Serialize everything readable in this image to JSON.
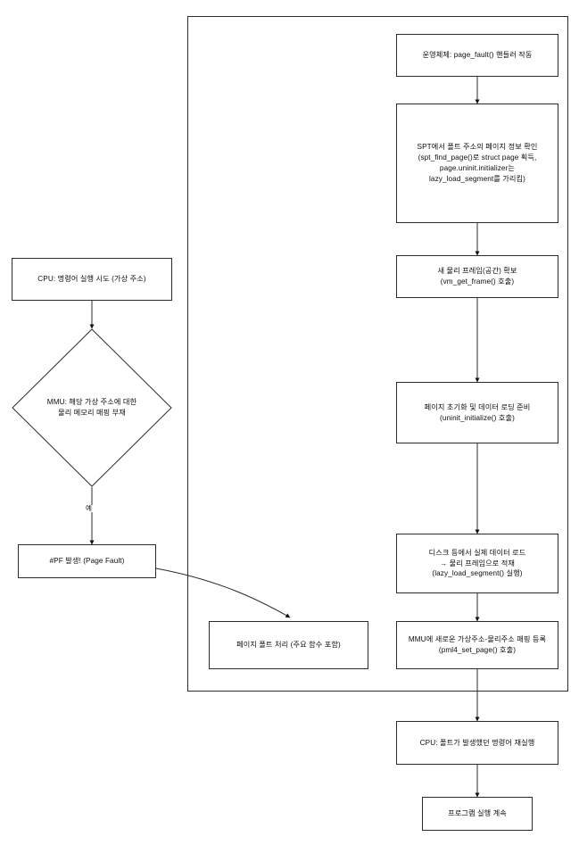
{
  "diagram": {
    "type": "flowchart",
    "title_text": "",
    "colors": {
      "stroke": "#2b2b2b",
      "text": "#0d0d0d",
      "background": "#ffffff"
    },
    "group_frame": {
      "label": ""
    },
    "nodes": {
      "os_page_fault_handler": "운영체제: page_fault() 핸들러 작동",
      "spt_find_page": "SPT에서 폴트 주소의 페이지 정보 확인\n(spt_find_page()로 struct page 획득,\npage.uninit.initializer는\nlazy_load_segment를 가리킴)",
      "vm_get_frame": "새 물리 프레임(공간) 확보\n(vm_get_frame() 호출)",
      "uninit_initialize": "페이지 초기화 및 데이터 로딩 준비\n(uninit_initialize() 호출)",
      "lazy_load_segment": "디스크 등에서 실제 데이터 로드\n→ 물리 프레임으로 적재\n(lazy_load_segment() 실행)",
      "pml4_set_page": "MMU에 새로운 가상주소-물리주소 매핑 등록\n(pml4_set_page() 호출)",
      "cpu_retry": "CPU: 폴트가 발생했던 명령어 재실행",
      "program_continue": "프로그램 실행 계속",
      "cpu_execute": "CPU: 명령어 실행 시도 (가상 주소)",
      "mmu_decision": "MMU: 해당 가상 주소에 대한\n물리 메모리 매핑 부재",
      "page_fault_raised": "#PF 발생! (Page Fault)",
      "page_fault_handling": "페이지 폴트 처리 (주요 함수 포함)"
    },
    "edge_labels": {
      "mmu_to_pf": "예"
    }
  }
}
